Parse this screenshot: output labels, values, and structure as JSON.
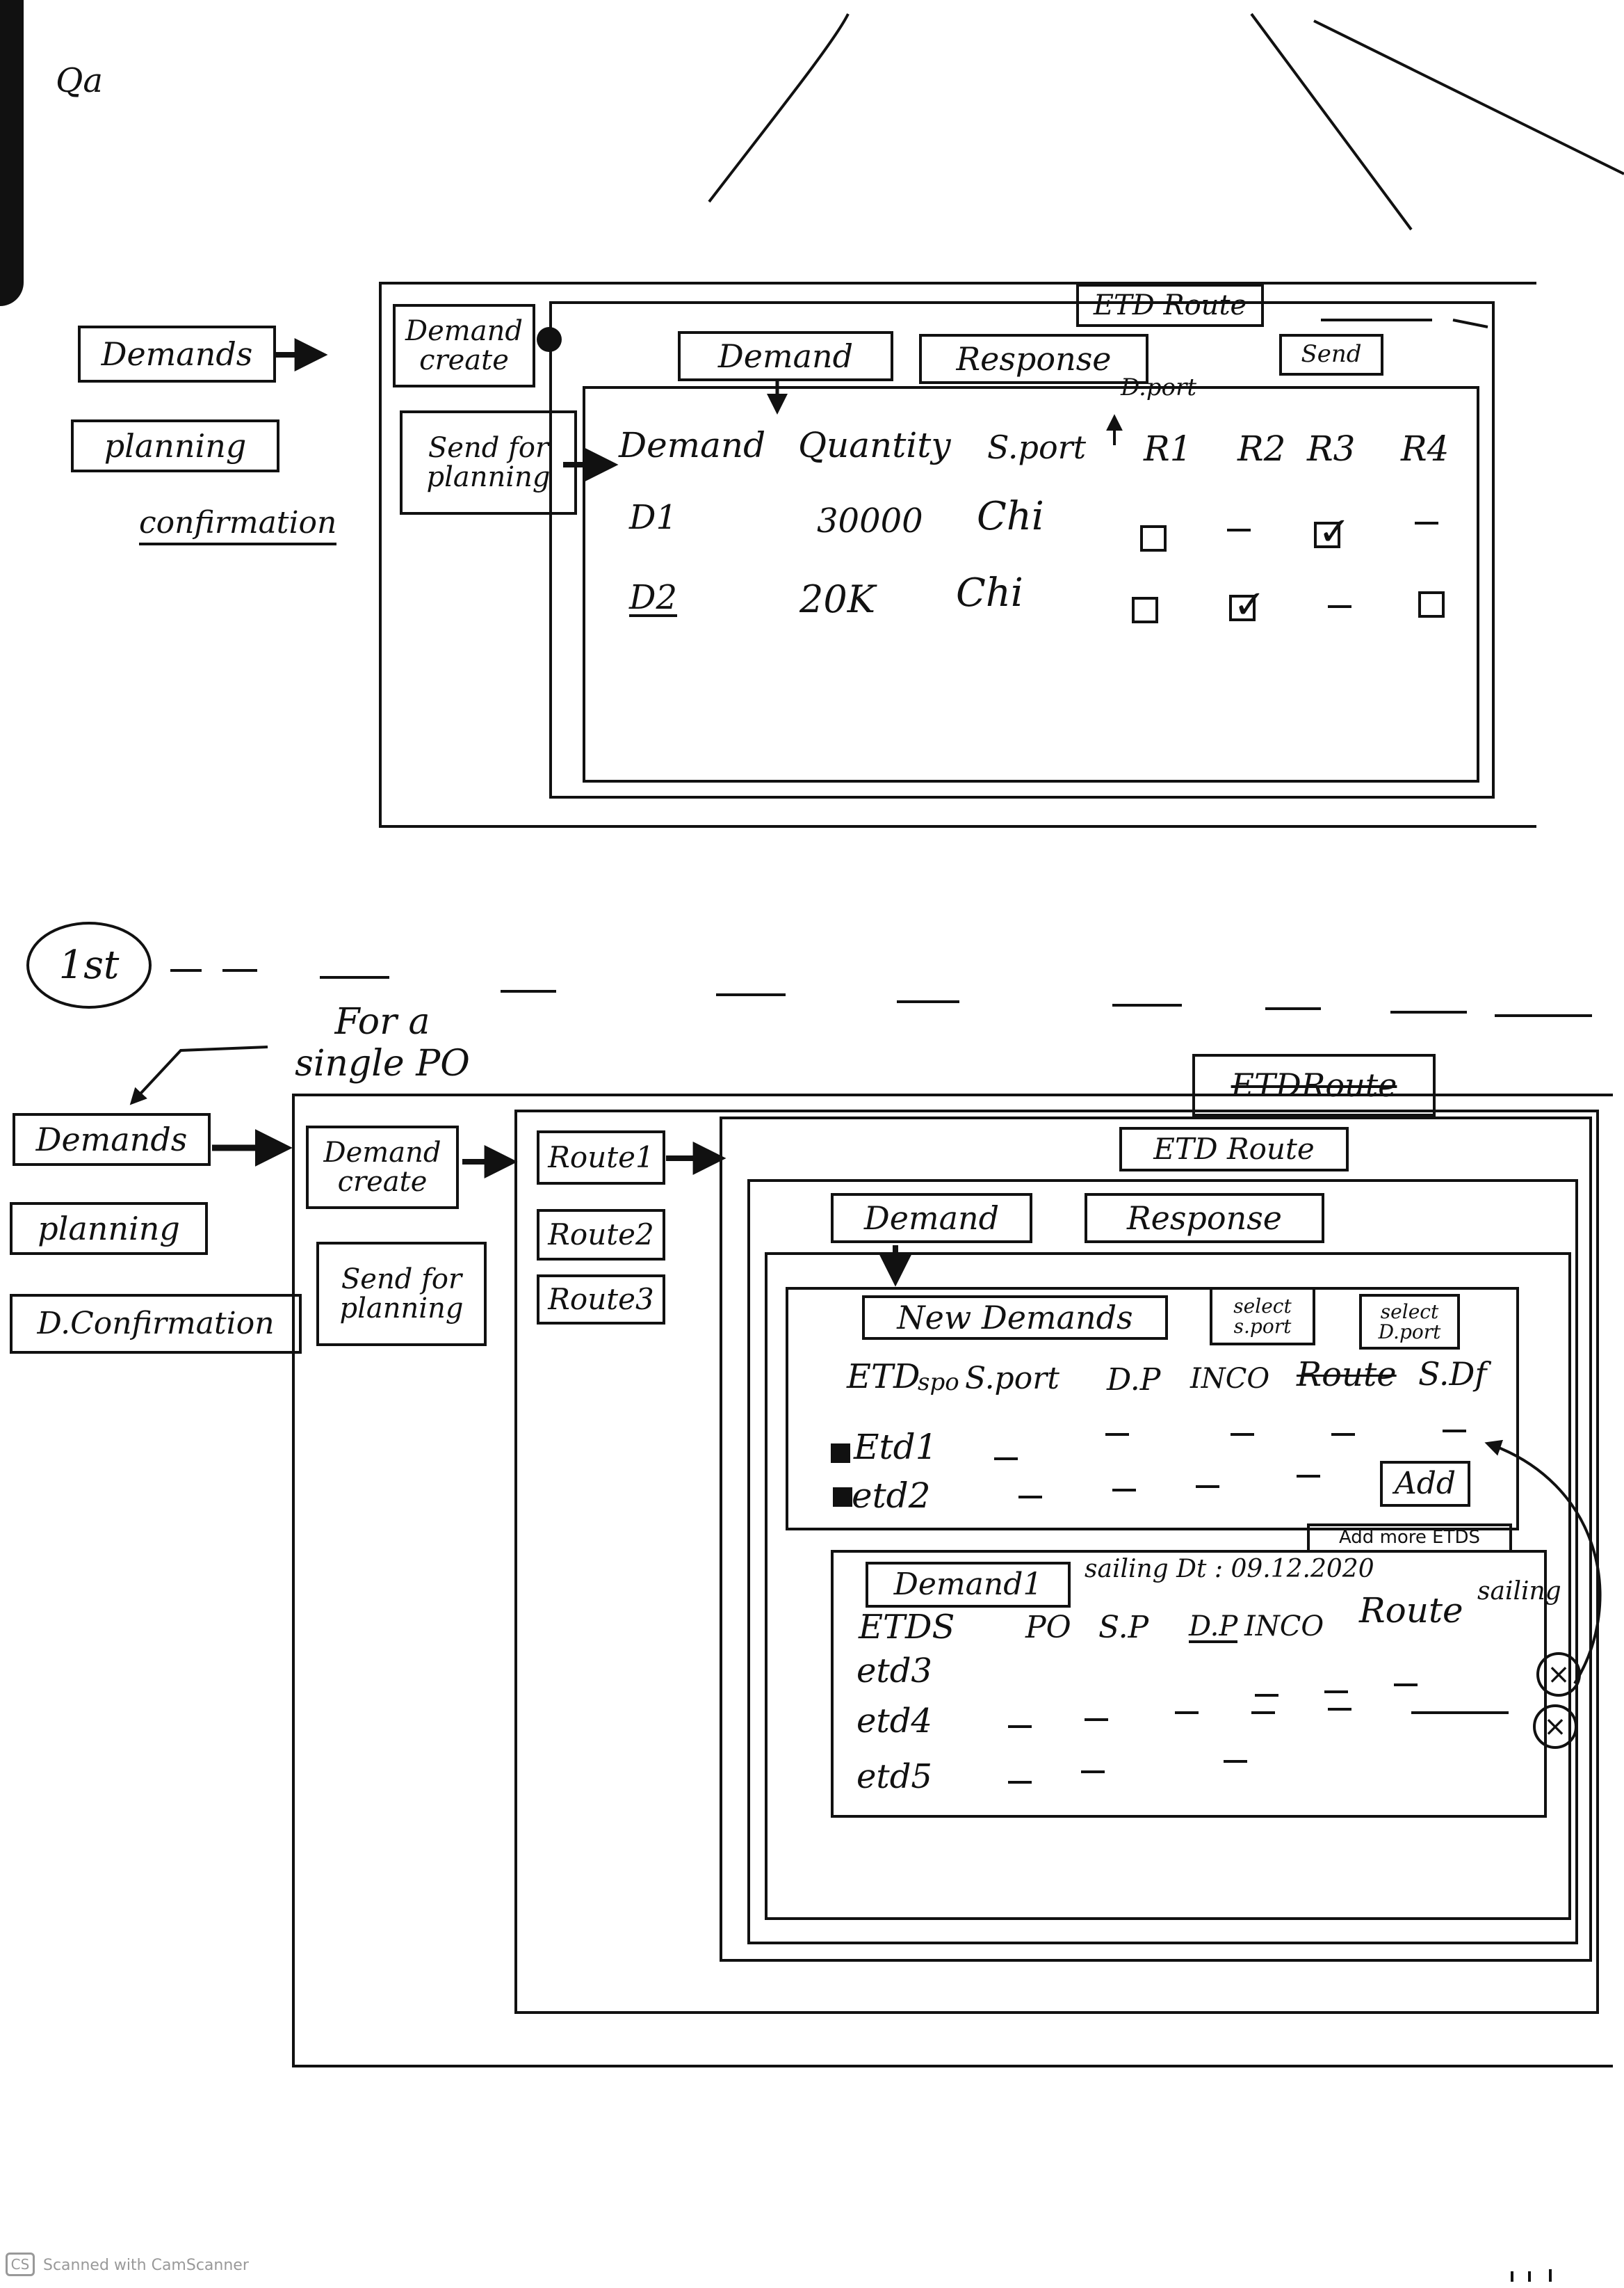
{
  "corner_mark": "Qa",
  "top": {
    "nav": [
      "Demands",
      "planning",
      "confirmation"
    ],
    "side": {
      "create": "Demand create",
      "send": "Send for planning"
    },
    "etd_route": "ETD Route",
    "send_button": "Send",
    "tabs": [
      "Demand",
      "Response"
    ],
    "columns": [
      "Demand",
      "Quantity",
      "S.port",
      "R1",
      "R2",
      "R3",
      "R4"
    ],
    "dport_note": "D.port",
    "rows": [
      {
        "demand": "D1",
        "quantity": "30000",
        "sport": "Chi",
        "checks": [
          "empty",
          "dash",
          "checked",
          "dash"
        ]
      },
      {
        "demand": "D2",
        "quantity": "20K",
        "sport": "Chi",
        "checks": [
          "empty",
          "checked",
          "dash",
          "empty"
        ]
      }
    ]
  },
  "section_marker": "1st",
  "single_po_note": "For a single PO",
  "bottom": {
    "nav": [
      "Demands",
      "planning",
      "D.Confirmation"
    ],
    "side": {
      "create": "Demand create",
      "send": "Send for planning"
    },
    "routes": [
      "Route1",
      "Route2",
      "Route3"
    ],
    "etd_route_struck": "ETDRoute",
    "etd_route": "ETD Route",
    "tabs": [
      "Demand",
      "Response"
    ],
    "new_demands": {
      "title": "New Demands",
      "select_sport": "select s.port",
      "select_dport": "select D.port",
      "columns": [
        "ETD",
        "spo",
        "S.port",
        "D.P",
        "INCO",
        "Route",
        "S.Df"
      ],
      "rows": [
        "Etd1",
        "etd2"
      ],
      "add_button": "Add",
      "add_more": "Add more ETDS"
    },
    "demand_list": {
      "title": "Demand1",
      "sailing_date": "sailing Dt : 09.12.2020",
      "columns": [
        "ETDS",
        "PO",
        "S.P",
        "D.P",
        "INCO",
        "Route",
        "sailing"
      ],
      "rows": [
        "etd3",
        "etd4",
        "etd5"
      ]
    }
  },
  "footer_mark": "Scanned with CamScanner"
}
